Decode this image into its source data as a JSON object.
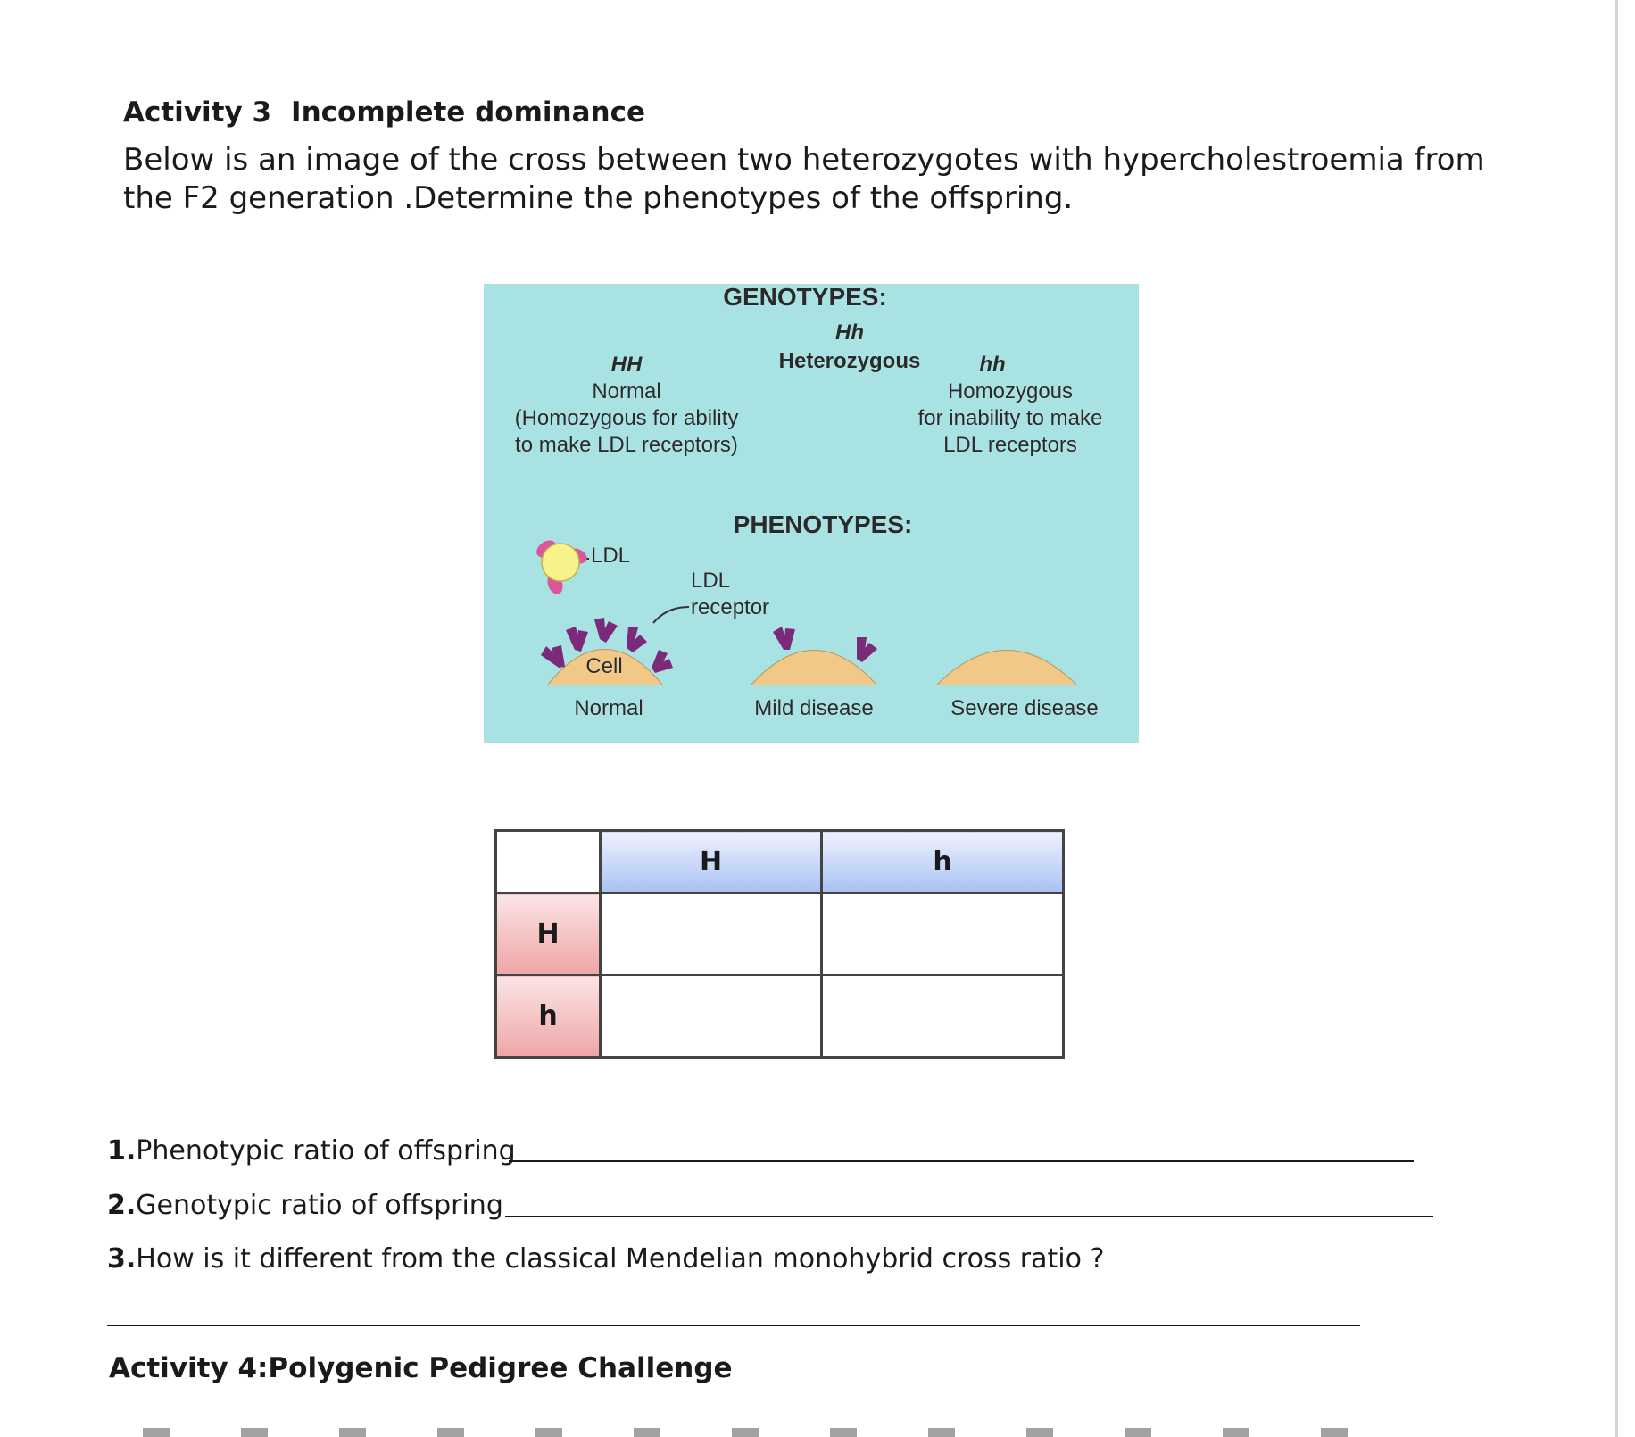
{
  "activity3": {
    "label": "Activity 3",
    "title": "Incomplete dominance",
    "intro": "Below is an image of the cross between two heterozygotes with hypercholestroemia from the F2 generation .Determine the phenotypes of the offspring."
  },
  "figure": {
    "genotypes_header": "GENOTYPES:",
    "hh_upper": "HH",
    "hh_upper_desc": [
      "Normal",
      "(Homozygous for ability",
      "to make LDL receptors)"
    ],
    "het": "Hh",
    "het_desc": "Heterozygous",
    "hh_lower": "hh",
    "hh_lower_desc": [
      "Homozygous",
      "for inability to make",
      "LDL receptors"
    ],
    "phenotypes_header": "PHENOTYPES:",
    "ldl_label": "LDL",
    "receptor_label": [
      "LDL",
      "receptor"
    ],
    "cell_label": "Cell",
    "phenotypes": [
      "Normal",
      "Mild disease",
      "Severe disease"
    ],
    "colors": {
      "background": "#a8e2e3",
      "cell": "#f2c887",
      "receptor": "#7b2a7a",
      "ldl_core": "#f7f28a",
      "ldl_knob": "#d9579a"
    }
  },
  "punnett": {
    "columns": [
      "",
      "H",
      "h"
    ],
    "rows": [
      {
        "allele": "H",
        "cells": [
          "",
          ""
        ]
      },
      {
        "allele": "h",
        "cells": [
          "",
          ""
        ]
      }
    ]
  },
  "questions": [
    {
      "num": "1.",
      "text": "Phenotypic ratio of offspring"
    },
    {
      "num": "2.",
      "text": "Genotypic ratio  of offspring"
    },
    {
      "num": "3.",
      "text": "How is it different from the classical  Mendelian monohybrid cross ratio ?"
    }
  ],
  "activity4": {
    "title": "Activity 4:Polygenic Pedigree Challenge"
  }
}
